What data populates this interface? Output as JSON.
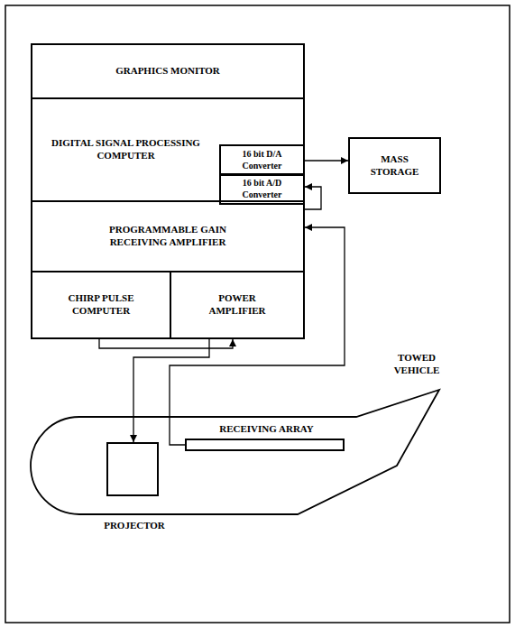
{
  "diagram": {
    "nodes": [
      {
        "text": [
          "GRAPHICS MONITOR"
        ]
      },
      {
        "text": [
          "DIGITAL SIGNAL PROCESSING COMPUTER"
        ]
      },
      {
        "text": [
          "16 bit D/A Converter"
        ],
        "in": 1
      },
      {
        "text": [
          "16 bit A/D Converter"
        ],
        "in": 1
      },
      {
        "text": [
          "MASS STORAGE"
        ]
      },
      {
        "text": [
          "PROGRAMMABLE GAIN RECEIVING AMPLIFIER"
        ]
      },
      {
        "text": [
          "CHIRP PULSE COMPUTER"
        ]
      },
      {
        "text": [
          "POWER AMPLIFIER"
        ]
      },
      {
        "text": [
          "TOWED VEHICLE"
        ]
      },
      {
        "text": [
          "RECEIVING ARRAY"
        ],
        "in": 8
      },
      {
        "text": [
          "PROJECTOR"
        ],
        "in": 8
      }
    ],
    "edges": [
      {
        "from": 2,
        "to": 4,
        "arrow": "to"
      },
      {
        "from": 5,
        "to": 3,
        "arrow": "to"
      },
      {
        "from": 9,
        "to": 5,
        "arrow": "to"
      },
      {
        "from": 6,
        "to": 7,
        "arrow": "to"
      },
      {
        "from": 7,
        "to": 10,
        "arrow": "to"
      }
    ]
  }
}
